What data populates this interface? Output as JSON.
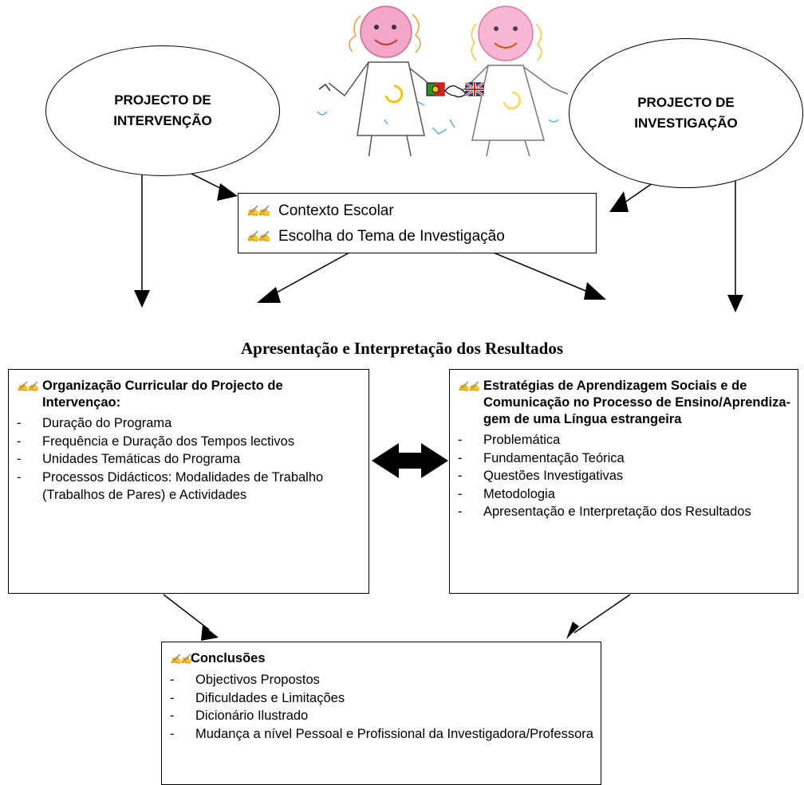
{
  "ellipse_left": {
    "line1": "PROJECTO DE",
    "line2": "INTERVENÇÃO"
  },
  "ellipse_right": {
    "line1": "PROJECTO DE",
    "line2": "INVESTIGAÇÃO"
  },
  "top_box": {
    "items": [
      "Contexto Escolar",
      "Escolha do Tema de Investigação"
    ]
  },
  "middle_title": "Apresentação e Interpretação dos Resultados",
  "left_box": {
    "heading": "Organização Curricular do Projecto de Intervençao:",
    "items": [
      "Duração do Programa",
      "Frequência e Duração dos Tempos lectivos",
      "Unidades Temáticas do Programa",
      "Processos Didácticos: Modalidades de Trabalho (Trabalhos de Pares) e Actividades"
    ]
  },
  "right_box": {
    "heading": "Estratégias de Aprendizagem Sociais e de Comunicação no Processo de Ensino/Aprendiza-gem de uma Língua estrangeira",
    "items": [
      "Problemática",
      "Fundamentação Teórica",
      "Questões Investigativas",
      "Metodologia",
      "Apresentação e Interpretação dos Resultados"
    ]
  },
  "bottom_box": {
    "heading": "Conclusões",
    "items": [
      "Objectivos Propostos",
      "Dificuldades e Limitações",
      "Dicionário Ilustrado",
      "Mudança a nível Pessoal e Profissional da Investigadora/Professora"
    ]
  },
  "colors": {
    "skin": "#f4a6c8",
    "hair": "#e6a23c",
    "face": "#ff6fa8"
  }
}
